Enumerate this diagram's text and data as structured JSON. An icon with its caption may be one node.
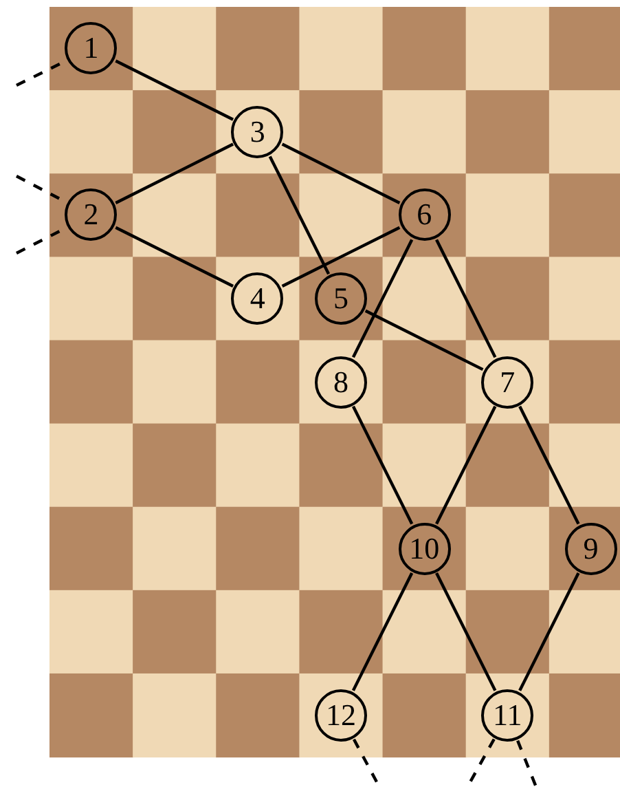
{
  "diagram": {
    "nodes": [
      {
        "text": [
          "1"
        ]
      },
      {
        "text": [
          "2"
        ]
      },
      {
        "text": [
          "3"
        ]
      },
      {
        "text": [
          "4"
        ]
      },
      {
        "text": [
          "5"
        ]
      },
      {
        "text": [
          "6"
        ]
      },
      {
        "text": [
          "7"
        ]
      },
      {
        "text": [
          "8"
        ]
      },
      {
        "text": [
          "9"
        ]
      },
      {
        "text": [
          "10"
        ]
      },
      {
        "text": [
          "11"
        ]
      },
      {
        "text": [
          "12"
        ]
      }
    ],
    "edges": [
      {
        "from": null,
        "to": 0,
        "arrow": "none",
        "style": "dashed"
      },
      {
        "from": null,
        "to": 1,
        "arrow": "none",
        "style": "dashed"
      },
      {
        "from": null,
        "to": 1,
        "arrow": "none",
        "style": "dashed"
      },
      {
        "from": 0,
        "to": 2,
        "arrow": "none"
      },
      {
        "from": 2,
        "to": 1,
        "arrow": "none"
      },
      {
        "from": 1,
        "to": 3,
        "arrow": "none"
      },
      {
        "from": 2,
        "to": 5,
        "arrow": "none"
      },
      {
        "from": 2,
        "to": 4,
        "arrow": "none"
      },
      {
        "from": 3,
        "to": 5,
        "arrow": "none"
      },
      {
        "from": 5,
        "to": 7,
        "arrow": "none"
      },
      {
        "from": 5,
        "to": 6,
        "arrow": "none"
      },
      {
        "from": 4,
        "to": 6,
        "arrow": "none"
      },
      {
        "from": 7,
        "to": 9,
        "arrow": "none"
      },
      {
        "from": 6,
        "to": 9,
        "arrow": "none"
      },
      {
        "from": 6,
        "to": 8,
        "arrow": "none"
      },
      {
        "from": 9,
        "to": 11,
        "arrow": "none"
      },
      {
        "from": 9,
        "to": 10,
        "arrow": "none"
      },
      {
        "from": 8,
        "to": 10,
        "arrow": "none"
      },
      {
        "from": 11,
        "to": null,
        "arrow": "none",
        "style": "dashed"
      },
      {
        "from": 10,
        "to": null,
        "arrow": "none",
        "style": "dashed"
      },
      {
        "from": 10,
        "to": null,
        "arrow": "none",
        "style": "dashed"
      }
    ]
  }
}
